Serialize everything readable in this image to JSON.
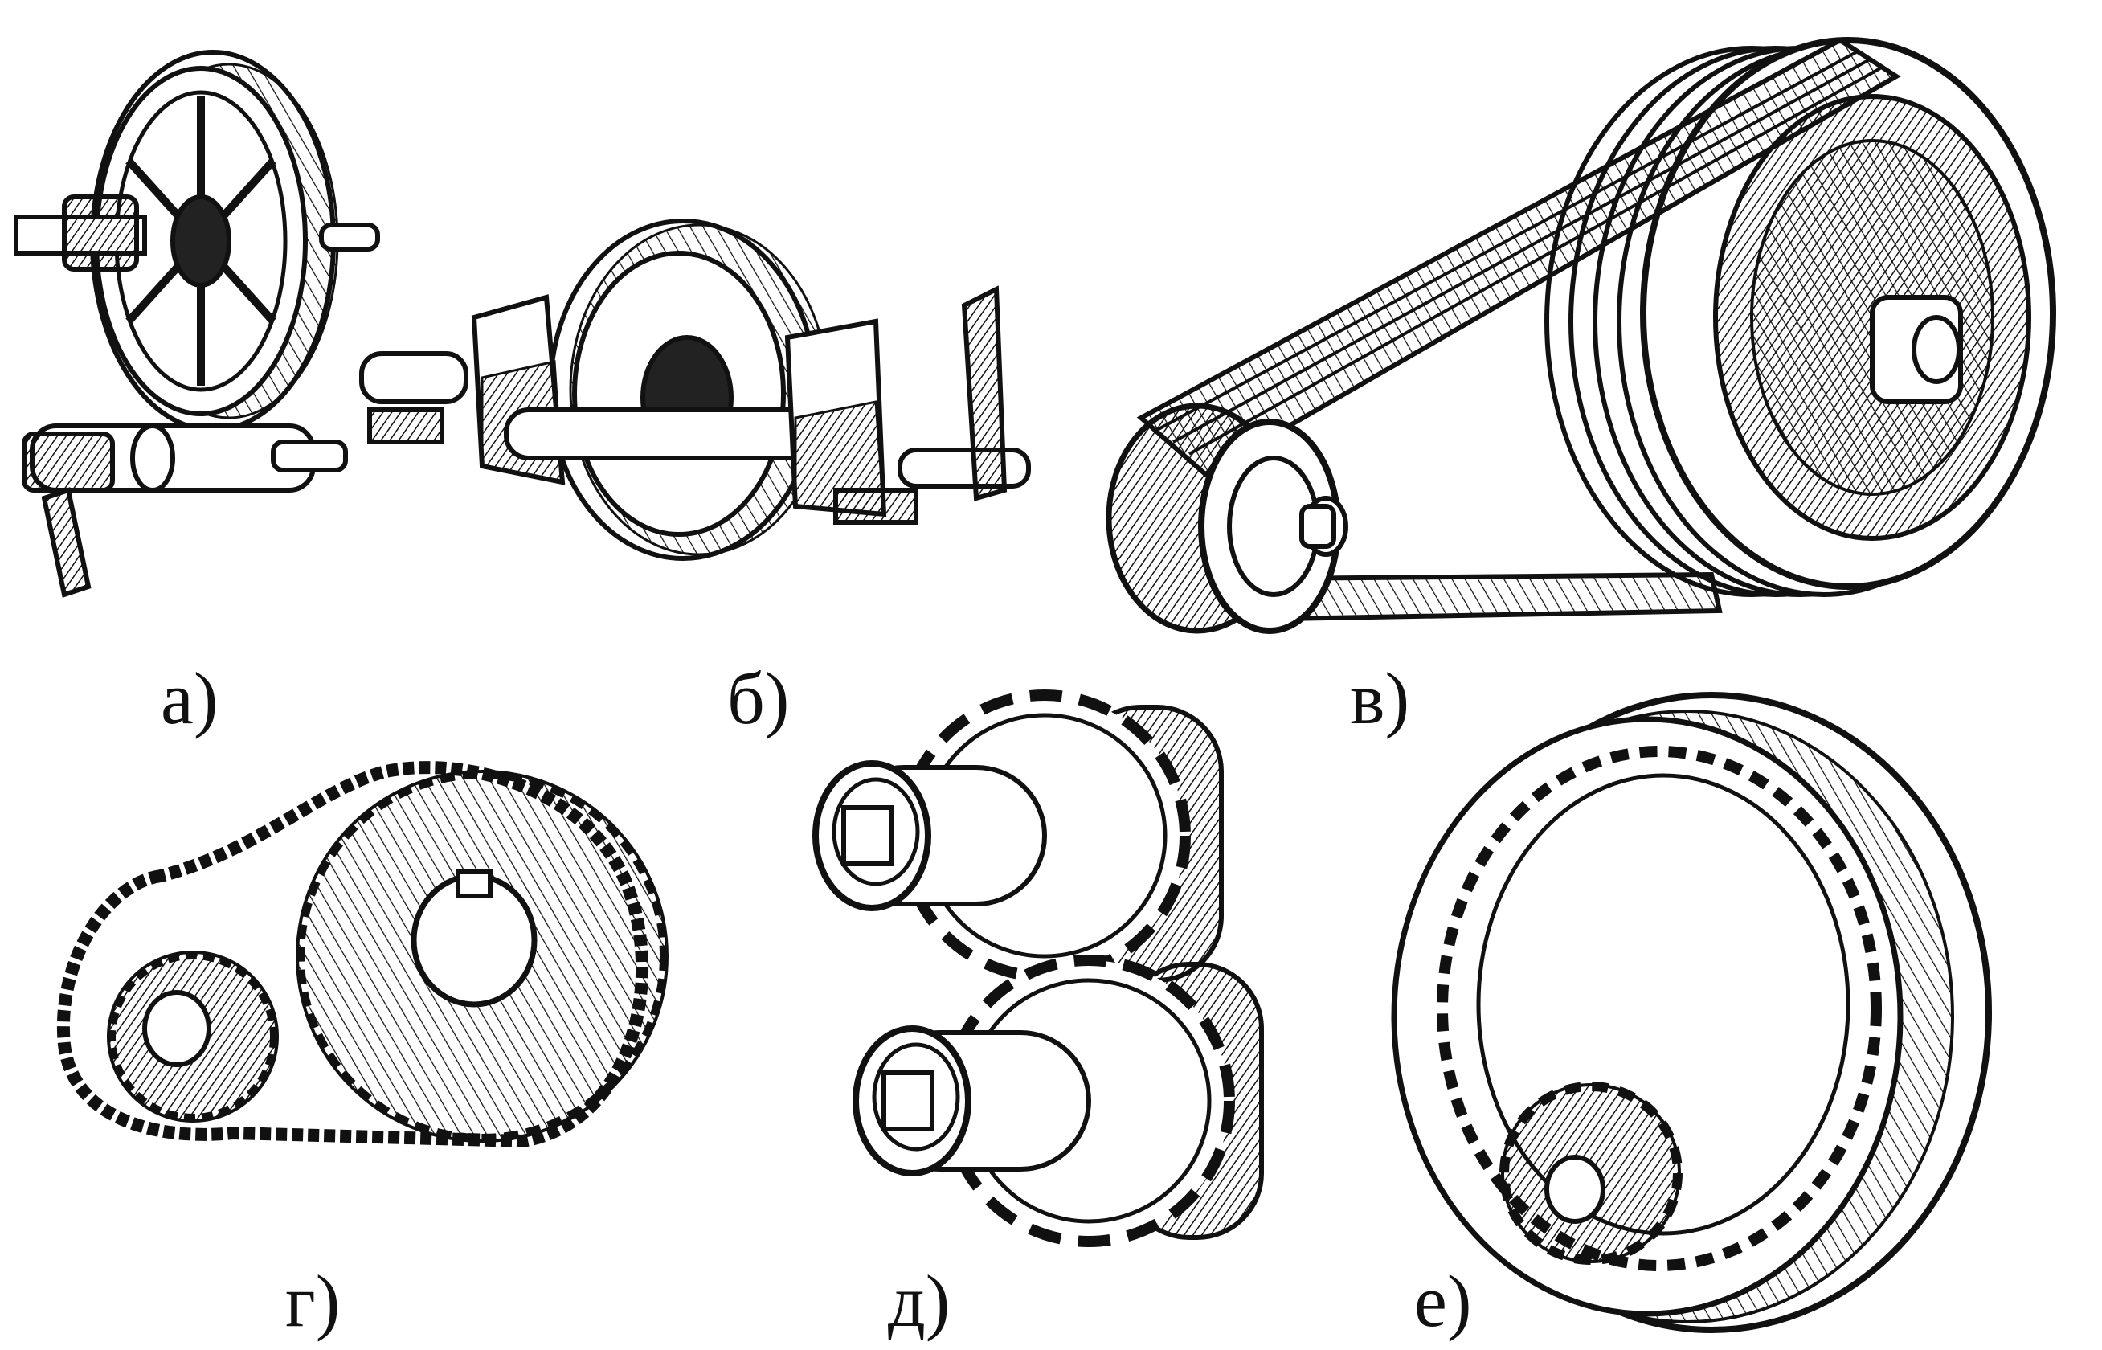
{
  "panels": [
    {
      "id": "a",
      "label": "а)",
      "depicts": "flat-belt-pulley-drive"
    },
    {
      "id": "b",
      "label": "б)",
      "depicts": "friction-disc-cone-drive"
    },
    {
      "id": "v",
      "label": "в)",
      "depicts": "v-belt-drive"
    },
    {
      "id": "g",
      "label": "г)",
      "depicts": "chain-sprocket-drive"
    },
    {
      "id": "d",
      "label": "д)",
      "depicts": "external-spur-gear-pair"
    },
    {
      "id": "e",
      "label": "е)",
      "depicts": "internal-ring-gear-with-pinion"
    }
  ],
  "colors": {
    "ink": "#111111",
    "paper": "#ffffff",
    "shade": "#555555"
  }
}
